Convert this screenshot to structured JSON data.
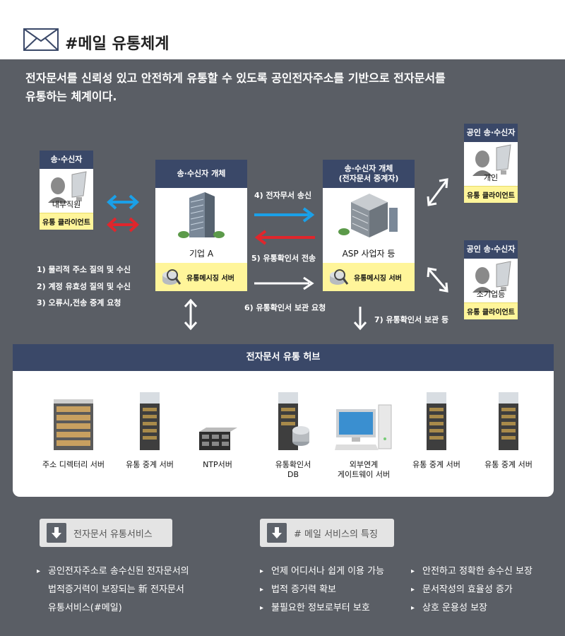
{
  "header": {
    "title": "#메일 유통체계",
    "icon": "mail-icon"
  },
  "intro": {
    "line1": "전자문서를 신뢰성 있고 안전하게 유통할 수 있도록 공인전자주소를 기반으로 전자문서를",
    "line2": "유통하는 체계이다."
  },
  "left_user": {
    "header": "송·수신자",
    "label": "내부직원",
    "footer": "유통 클라이언트"
  },
  "left_steps": [
    "1) 물리적 주소 질의 및 수신",
    "2) 계정 유효성 질의 및 수신",
    "3) 오류시,전송 중계 요청"
  ],
  "entity_a": {
    "header": "송·수신자 개체",
    "label": "기업 A",
    "server": "유통메시징 서버"
  },
  "entity_b": {
    "header_line1": "송·수신자 개체",
    "header_line2": "(전자문서 중계자)",
    "label": "ASP 사업자 등",
    "server": "유통메시징 서버"
  },
  "flow": {
    "step4": "4) 전자무서 송신",
    "step5": "5) 유통확인서 전송",
    "step6": "6) 유통확인서 보관 요청",
    "step7": "7) 유통확인서 보관 등"
  },
  "right_user_1": {
    "header": "공인 송·수신자",
    "label": "개인",
    "footer": "유통 클라이언트"
  },
  "right_user_2": {
    "header": "공인 송·수신자",
    "label": "소기업등",
    "footer": "유통 클라이언트"
  },
  "hub": {
    "title": "전자문서 유통 허브",
    "devices": [
      {
        "line1": "주소 디렉터리 서버",
        "line2": ""
      },
      {
        "line1": "유통 중계 서버",
        "line2": ""
      },
      {
        "line1": "NTP서버",
        "line2": ""
      },
      {
        "line1": "유통확인서",
        "line2": "DB"
      },
      {
        "line1": "외부연계",
        "line2": "게이트웨이 서버"
      },
      {
        "line1": "유통 중계 서버",
        "line2": ""
      },
      {
        "line1": "유통 중계 서버",
        "line2": ""
      }
    ]
  },
  "bottom": {
    "btn1": "전자문서 유통서비스",
    "btn2": "# 메일 서비스의 특징",
    "service_lines": [
      "공인전자주소로 송수신된 전자문서의",
      "법적증거력이 보장되는 新 전자문서",
      "유통서비스(#메일)"
    ],
    "features_left": [
      "언제 어디서나 쉽게 이용 가능",
      "법적 증거력 확보",
      "불필요한 정보로부터 보호"
    ],
    "features_right": [
      "안전하고 정확한 송수신 보장",
      "문서작성의 효율성 증가",
      "상호 운용성 보장"
    ]
  },
  "colors": {
    "navy": "#3a4868",
    "yellow": "#fff59a",
    "bg": "#5a5e65",
    "blue_arrow": "#1aa0e8",
    "red_arrow": "#e0262c"
  }
}
